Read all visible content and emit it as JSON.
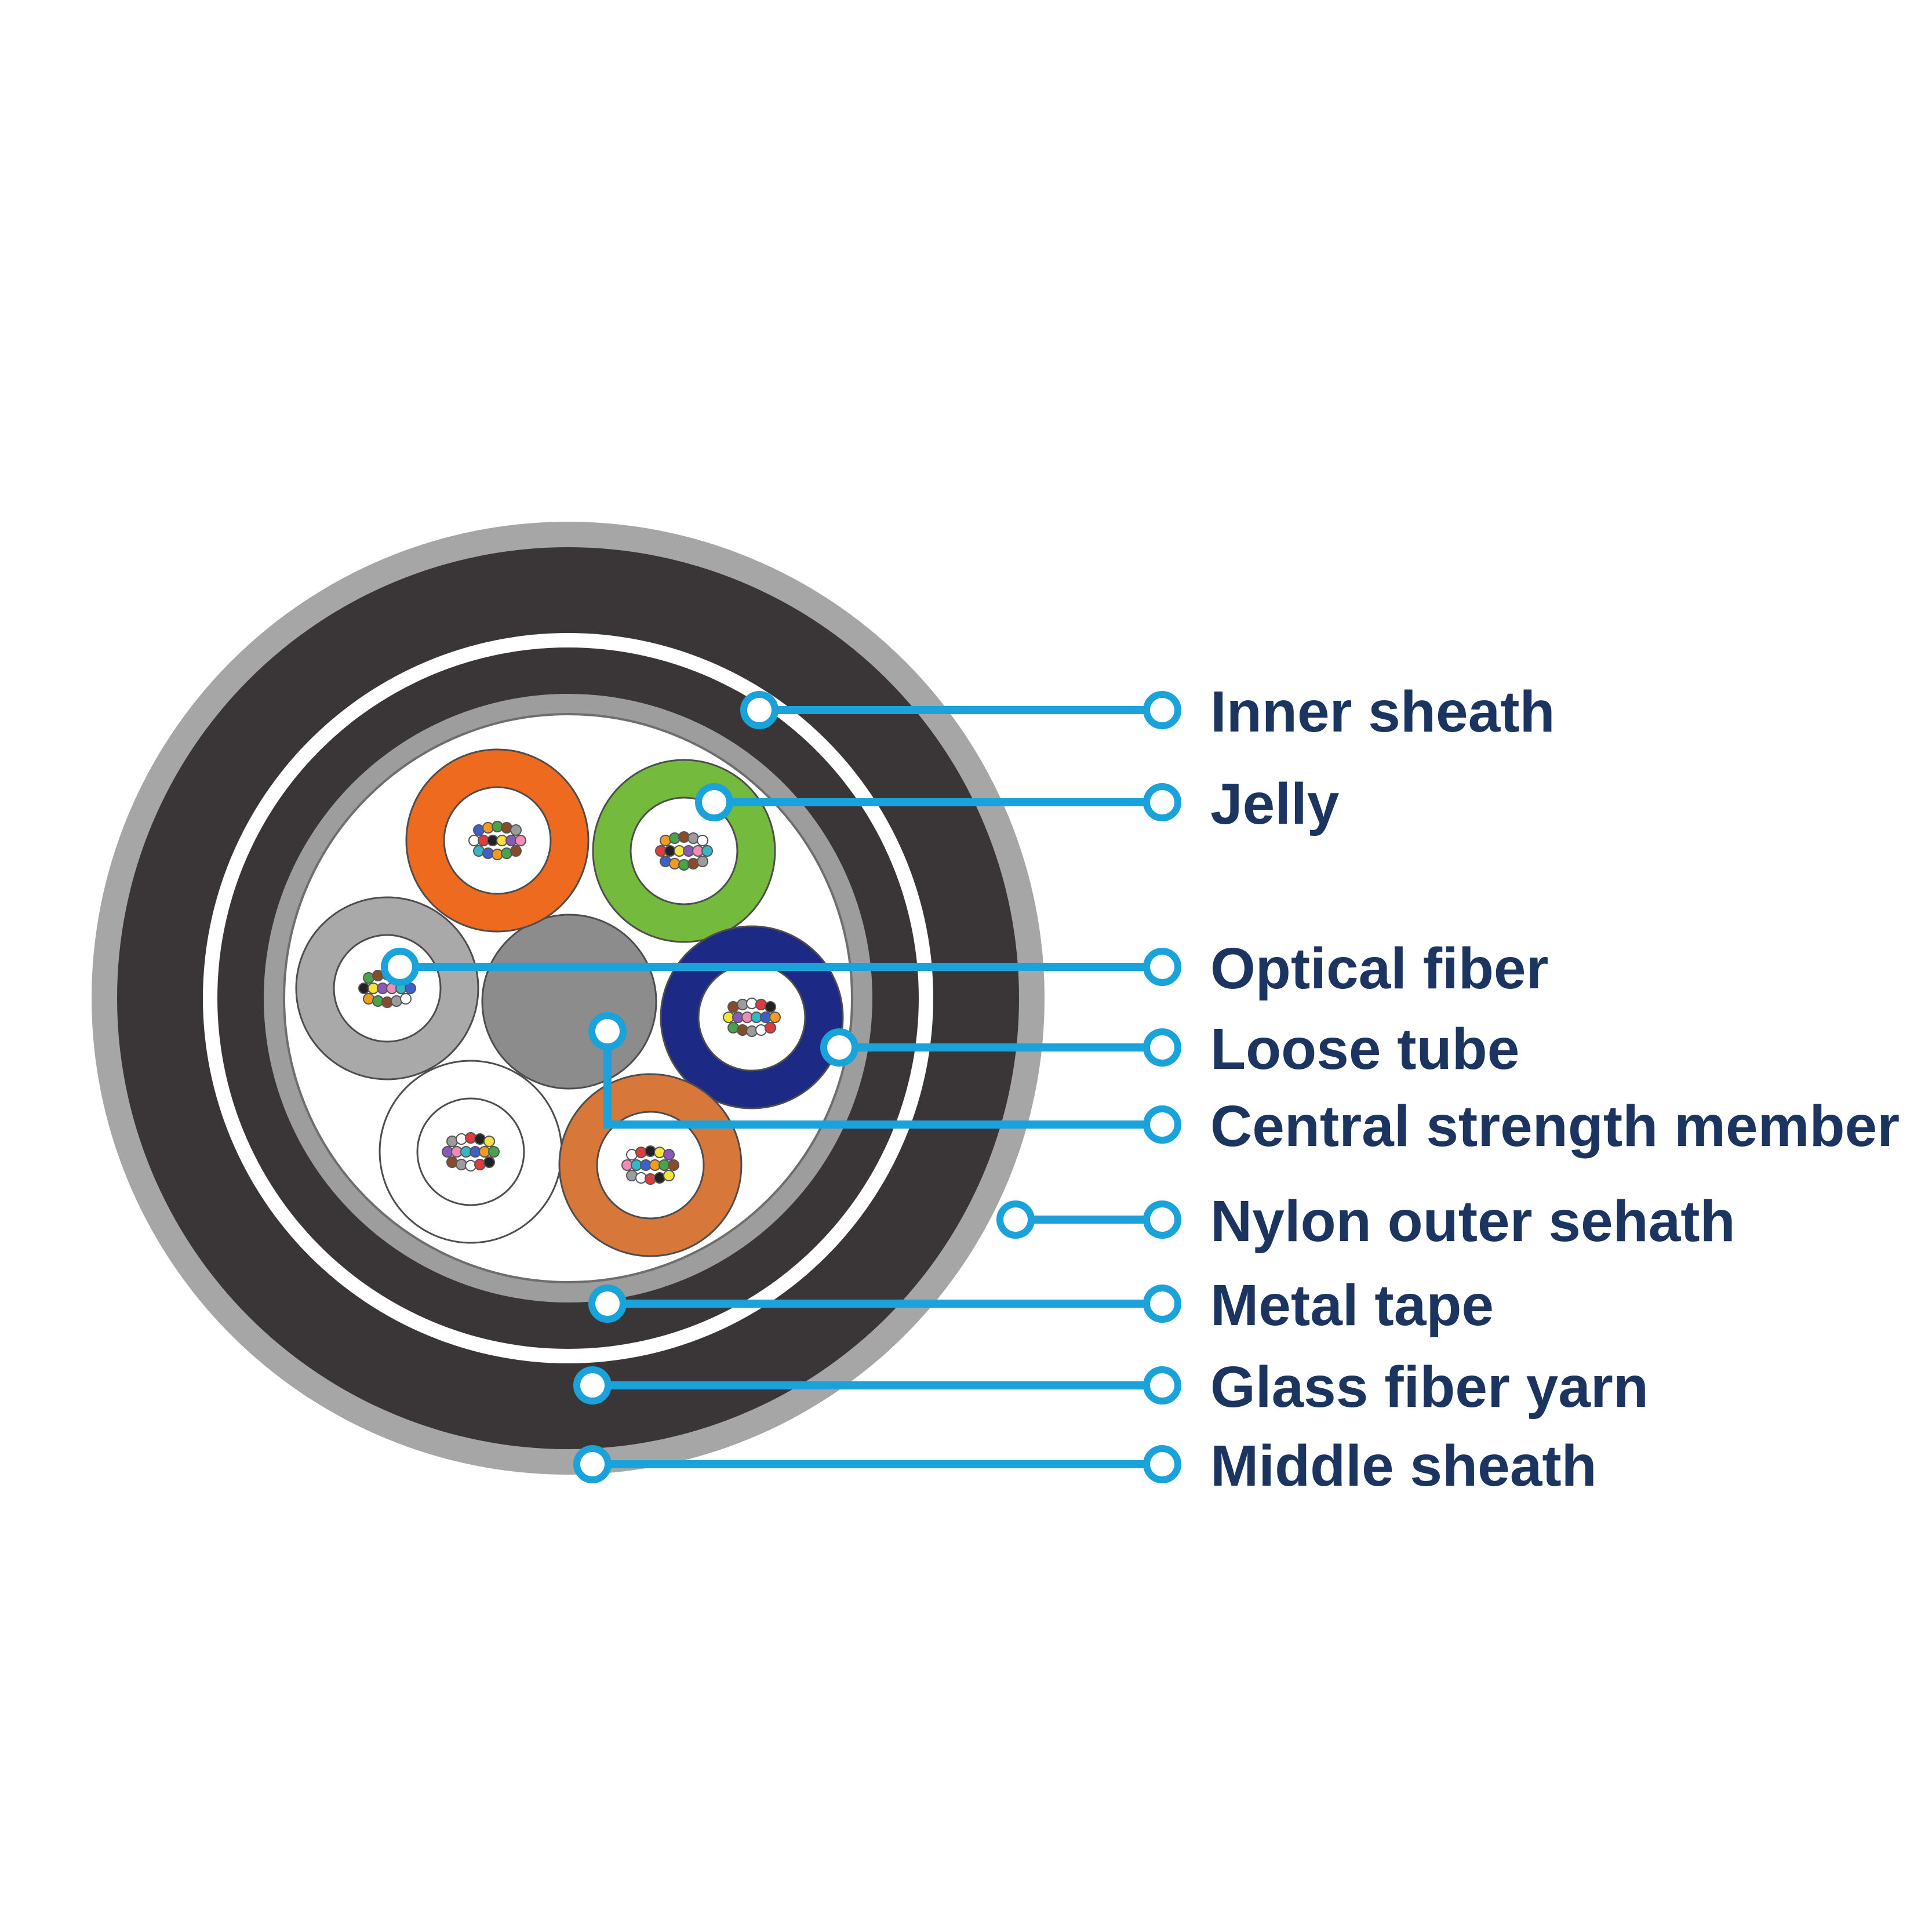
{
  "diagram": {
    "labels": [
      {
        "key": "inner-sheath",
        "text": "Inner sheath"
      },
      {
        "key": "jelly",
        "text": "Jelly"
      },
      {
        "key": "optical-fiber",
        "text": "Optical fiber"
      },
      {
        "key": "loose-tube",
        "text": "Loose tube"
      },
      {
        "key": "central-strength-member",
        "text": "Central strength member"
      },
      {
        "key": "nylon-outer-sheath",
        "text": "Nylon outer sehath"
      },
      {
        "key": "metal-tape",
        "text": "Metal tape"
      },
      {
        "key": "glass-fiber-yarn",
        "text": "Glass fiber yarn"
      },
      {
        "key": "middle-sheath",
        "text": "Middle sheath"
      }
    ],
    "colors": {
      "leader_line": "#1aa3db",
      "label_text": "#1b3560",
      "outer_sheath": "#a6a6a6",
      "black_sheath": "#3a3536",
      "glass_yarn": "#ffffff",
      "metal_tape": "#9d9d9d",
      "core_fill": "#ffffff",
      "central_member": "#8c8c8c",
      "tube_orange": "#ed6a1e",
      "tube_green": "#74ba3c",
      "tube_gray": "#a9a9a9",
      "tube_navy": "#1c2a86",
      "tube_brown": "#d7773a",
      "tube_white": "#ffffff"
    }
  }
}
